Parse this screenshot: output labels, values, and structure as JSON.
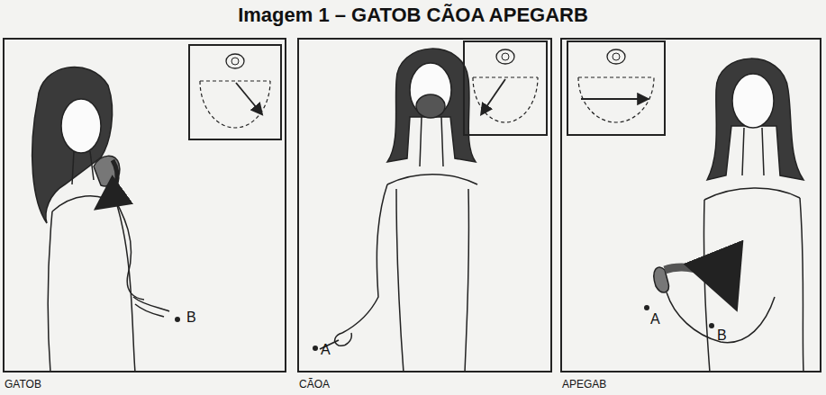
{
  "diagram": {
    "title": "Imagem 1 – GATOB CÃOA APEGARB",
    "nodes": [
      {
        "text": [
          "B",
          "GATOB"
        ]
      },
      {
        "text": [
          "A",
          "CÃOA"
        ]
      },
      {
        "text": [
          "A",
          "B",
          "APEGAB"
        ]
      }
    ]
  }
}
